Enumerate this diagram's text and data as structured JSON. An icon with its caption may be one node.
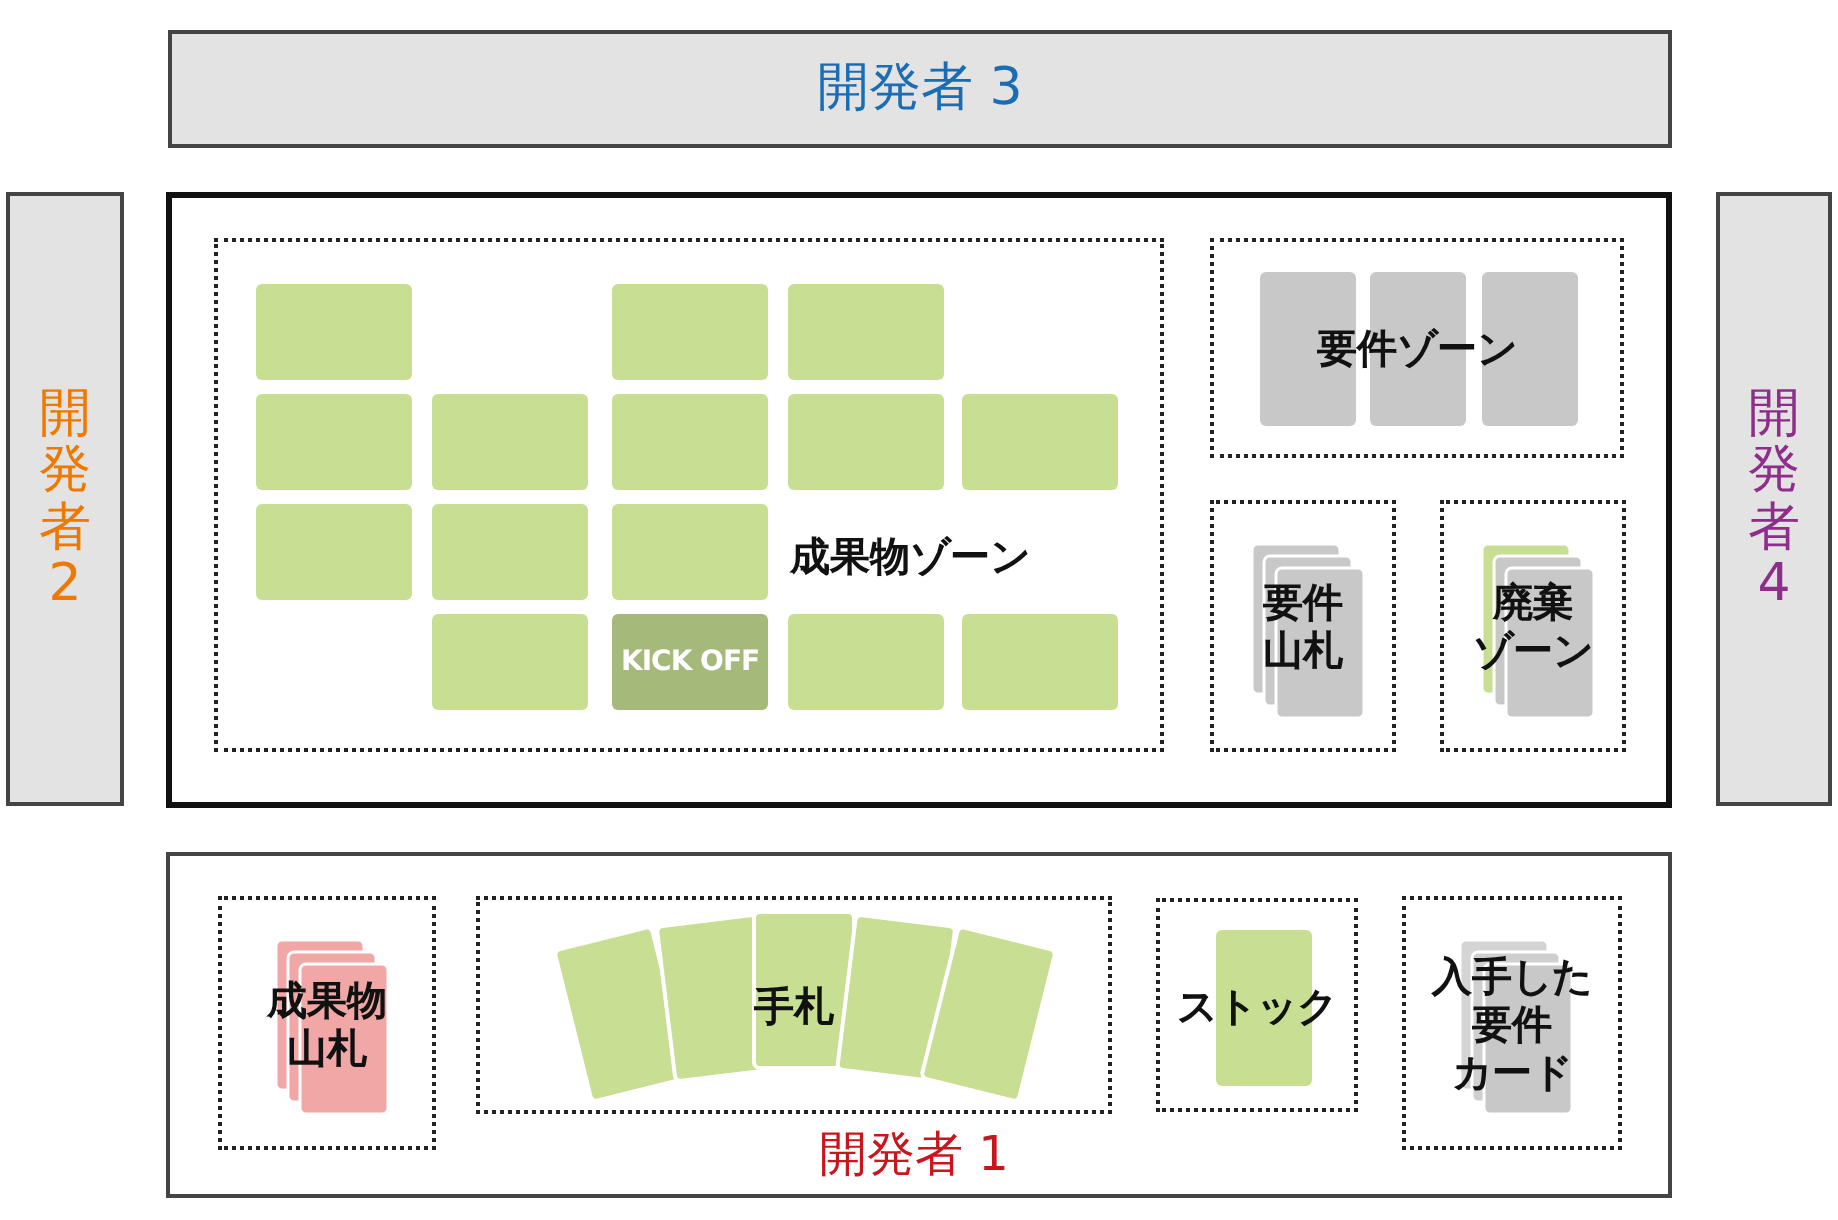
{
  "diagram": {
    "nodes": [
      {
        "text": [
          "開発者 3"
        ]
      },
      {
        "text": [
          "開発者 2"
        ]
      },
      {
        "text": [
          "開発者 4"
        ]
      },
      {
        "text": [],
        "shape": "box"
      },
      {
        "text": [
          "成果物ゾーン"
        ],
        "in": 3
      },
      {
        "text": [],
        "shape": "box",
        "in": 4
      },
      {
        "text": [],
        "shape": "box",
        "in": 4
      },
      {
        "text": [],
        "shape": "box",
        "in": 4
      },
      {
        "text": [],
        "shape": "box",
        "in": 4
      },
      {
        "text": [],
        "shape": "box",
        "in": 4
      },
      {
        "text": [],
        "shape": "box",
        "in": 4
      },
      {
        "text": [],
        "shape": "box",
        "in": 4
      },
      {
        "text": [],
        "shape": "box",
        "in": 4
      },
      {
        "text": [],
        "shape": "box",
        "in": 4
      },
      {
        "text": [],
        "shape": "box",
        "in": 4
      },
      {
        "text": [],
        "shape": "box",
        "in": 4
      },
      {
        "text": [],
        "shape": "box",
        "in": 4
      },
      {
        "text": [
          "KICK OFF"
        ],
        "in": 4
      },
      {
        "text": [],
        "shape": "box",
        "in": 4
      },
      {
        "text": [],
        "shape": "box",
        "in": 4
      },
      {
        "text": [
          "要件ゾーン"
        ],
        "in": 3
      },
      {
        "text": [
          "要件山札"
        ],
        "in": 3
      },
      {
        "text": [
          "廃棄ゾーン"
        ],
        "in": 3
      },
      {
        "text": [
          "開発者 1"
        ]
      },
      {
        "text": [
          "成果物山札"
        ],
        "in": 23
      },
      {
        "text": [
          "手札"
        ],
        "in": 23
      },
      {
        "text": [
          "ストック"
        ],
        "in": 23
      },
      {
        "text": [
          "入手した要件カード"
        ],
        "in": 23
      }
    ],
    "edges": []
  }
}
